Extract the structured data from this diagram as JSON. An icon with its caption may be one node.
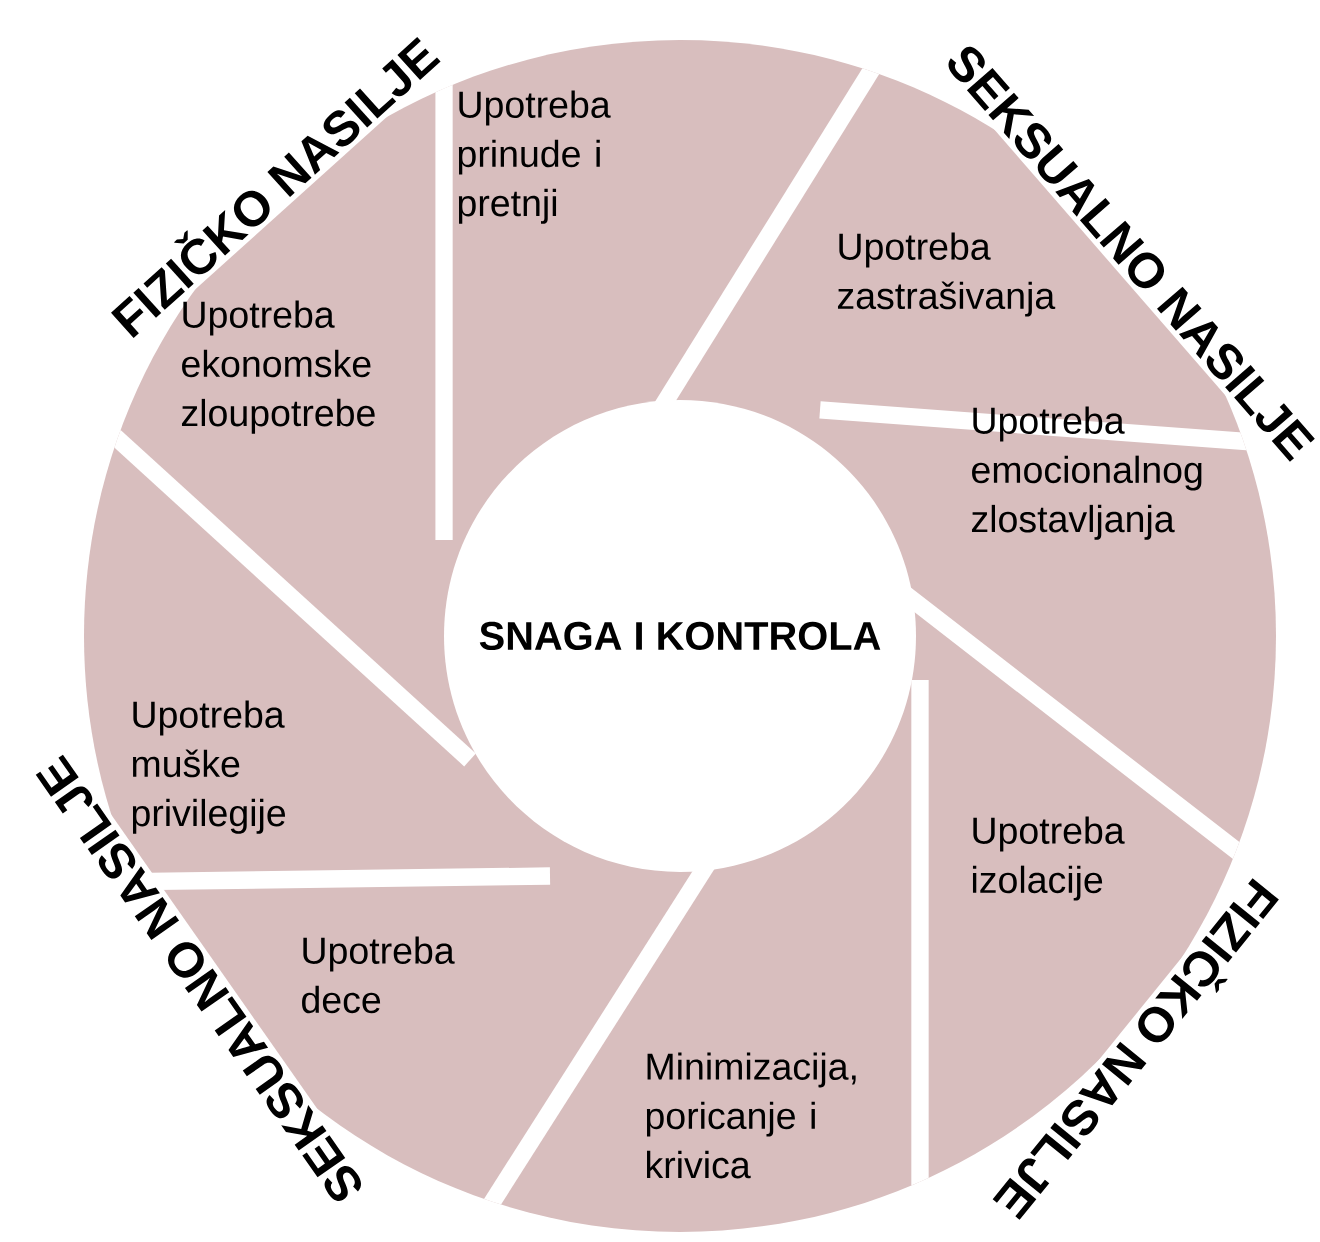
{
  "diagram": {
    "nodes": [
      {
        "text": [
          "SNAGA I KONTROLA"
        ]
      },
      {
        "text": [
          "Upotreba prinude i pretnji"
        ]
      },
      {
        "text": [
          "Upotreba zastrašivanja"
        ]
      },
      {
        "text": [
          "Upotreba emocionalnog zlostavljanja"
        ]
      },
      {
        "text": [
          "Upotreba izolacije"
        ]
      },
      {
        "text": [
          "Minimizacija, poricanje i krivica"
        ]
      },
      {
        "text": [
          "Upotreba dece"
        ]
      },
      {
        "text": [
          "Upotreba muške privilegije"
        ]
      },
      {
        "text": [
          "Upotreba ekonomske zloupotrebe"
        ]
      }
    ],
    "labels": [
      "FIZIČKO NASILJE",
      "SEKSUALNO NASILJE",
      "FIZIČKO NASILJE",
      "SEKSUALNO NASILJE"
    ]
  }
}
